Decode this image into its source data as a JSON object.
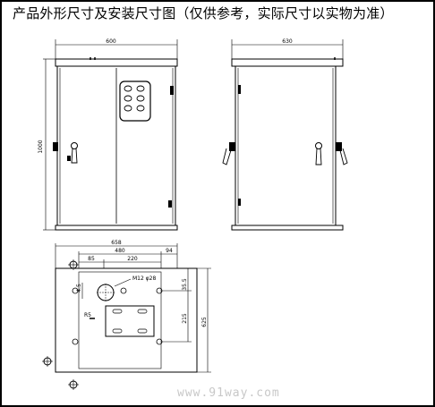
{
  "title": "产品外形尺寸及安装尺寸图（仅供参考，实际尺寸以实物为准）",
  "watermark": "www.91way.com",
  "front_view": {
    "width_label": "600",
    "height_label": "1000"
  },
  "side_view": {
    "depth_label": "630"
  },
  "bottom_view": {
    "overall_label": "658",
    "inner_label": "480",
    "edge_label": "94",
    "spacing_label": "85",
    "span_label": "220",
    "hole_note": "M12 φ28",
    "top_offset_label": "35.5",
    "side_hole_label": "4.5",
    "slot_label": "R5",
    "height_label": "625",
    "mid_label": "215"
  }
}
